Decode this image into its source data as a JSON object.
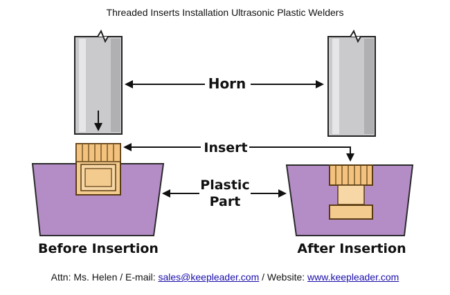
{
  "page": {
    "title": "Threaded Inserts Installation Ultrasonic Plastic Welders"
  },
  "diagram": {
    "labels": {
      "horn": "Horn",
      "insert": "Insert",
      "plastic_line1": "Plastic",
      "plastic_line2": "Part",
      "before": "Before Insertion",
      "after": "After Insertion"
    },
    "colors": {
      "background": "#ffffff",
      "horn_fill": "#c9c9cb",
      "horn_stroke": "#222222",
      "insert_fill": "#f4cb8f",
      "insert_stroke": "#5a3c12",
      "plastic_fill": "#b48cc6",
      "plastic_stroke": "#2a2a2a",
      "arrow": "#111111"
    }
  },
  "footer": {
    "prefix": "Attn: Ms. Helen / E-mail: ",
    "email": "sales@keepleader.com",
    "middle": " / Website: ",
    "website": "www.keepleader.com"
  }
}
